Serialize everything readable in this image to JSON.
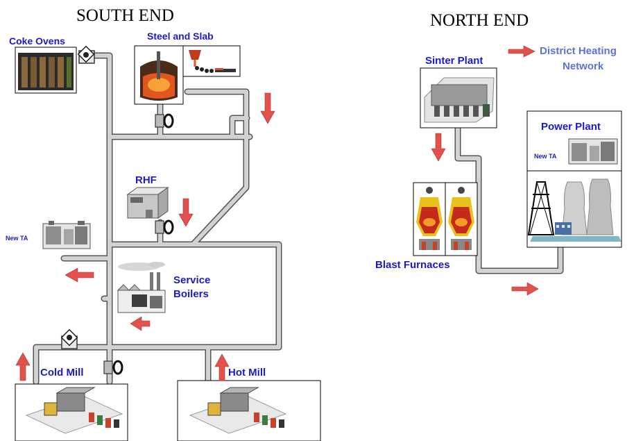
{
  "headings": {
    "south": "SOUTH END",
    "north": "NORTH END"
  },
  "labels": {
    "coke_ovens": "Coke Ovens",
    "steel_slab": "Steel and Slab",
    "rhf": "RHF",
    "new_ta_left": "New TA",
    "service_boilers_1": "Service",
    "service_boilers_2": "Boilers",
    "cold_mill": "Cold Mill",
    "hot_mill": "Hot Mill",
    "sinter_plant": "Sinter Plant",
    "district_heating_1": "District Heating",
    "district_heating_2": "Network",
    "power_plant": "Power Plant",
    "new_ta_right": "New TA",
    "blast_furnaces": "Blast Furnaces"
  },
  "colors": {
    "label_text": "#1a1acc",
    "arrow": "#e3514c",
    "pipe": "#d2d2d2",
    "pipe_edge": "#555555"
  }
}
